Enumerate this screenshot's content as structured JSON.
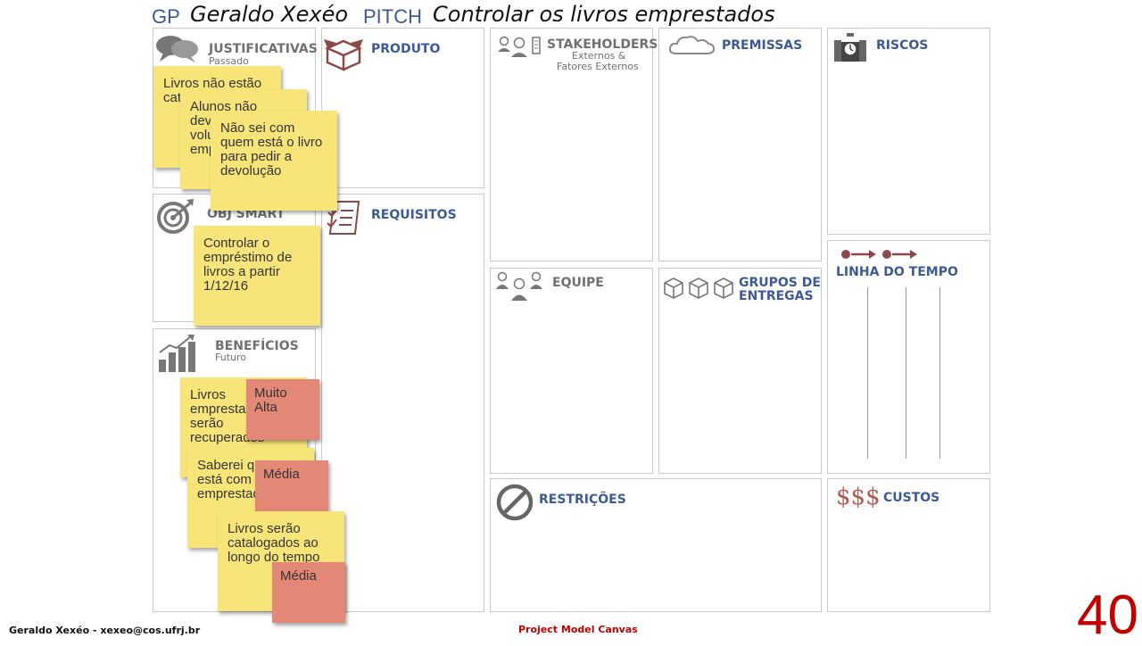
{
  "header": {
    "gp_label": "GP",
    "gp_value": "Geraldo Xexéo",
    "pitch_label": "PITCH",
    "pitch_value": "Controlar os livros emprestados"
  },
  "canvas": {
    "justificativas": {
      "title": "JUSTIFICATIVAS",
      "subtitle": "Passado",
      "notes": [
        "Livros não estão catalogados",
        "Alunos não devolvem volumes livros emprestados",
        "Não sei com quem está o livro para pedir a devolução"
      ]
    },
    "produto": {
      "title": "PRODUTO"
    },
    "stakeholders": {
      "title": "STAKEHOLDERS",
      "subtitle_line1": "Externos &",
      "subtitle_line2": "Fatores Externos"
    },
    "premissas": {
      "title": "PREMISSAS"
    },
    "riscos": {
      "title": "RISCOS"
    },
    "obj_smart": {
      "title": "OBJ SMART",
      "notes": [
        "Controlar o empréstimo de livros a partir 1/12/16"
      ]
    },
    "requisitos": {
      "title": "REQUISITOS"
    },
    "equipe": {
      "title": "EQUIPE"
    },
    "grupos_entregas": {
      "title_line1": "GRUPOS DE",
      "title_line2": "ENTREGAS"
    },
    "linha_do_tempo": {
      "title": "LINHA DO TEMPO"
    },
    "beneficios": {
      "title": "BENEFÍCIOS",
      "subtitle": "Futuro",
      "notes": [
        {
          "text": "Livros emprestados serão recuperados",
          "priority": "Muito Alta"
        },
        {
          "text": "Saberei quem está com os livros emprestados",
          "priority": "Média"
        },
        {
          "text": "Livros serão catalogados ao longo do tempo",
          "priority": "Média"
        }
      ]
    },
    "restricoes": {
      "title": "RESTRIÇÕES"
    },
    "custos": {
      "title": "CUSTOS",
      "icon_text": "$$$"
    }
  },
  "footer": {
    "author": "Geraldo Xexéo - xexeo@cos.ufrj.br",
    "center": "Project Model Canvas",
    "page_number": "40"
  },
  "colors": {
    "title_blue": "#3d5a98",
    "title_gray": "#707070",
    "note_yellow": "#f8e57a",
    "note_red": "#e38777",
    "accent_red": "#c00000",
    "icon_maroon": "#8b4a4a"
  }
}
